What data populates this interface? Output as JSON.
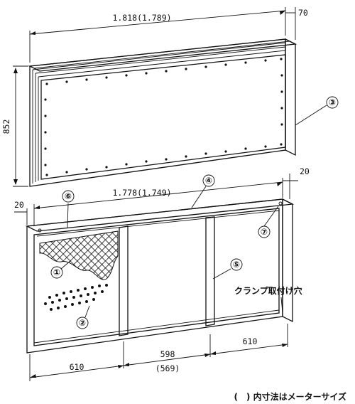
{
  "dimensions": {
    "top_width": "1.818(1.789)",
    "top_depth": "70",
    "height": "852",
    "inner_width": "1.778(1.749)",
    "side_left": "20",
    "side_right": "20",
    "bay_left": "610",
    "bay_middle": "598",
    "bay_middle_meter": "(569)",
    "bay_right": "610"
  },
  "callouts": [
    "①",
    "②",
    "③",
    "④",
    "⑤",
    "⑥",
    "⑦"
  ],
  "labels": {
    "clamp_hole": "クランプ取付け穴",
    "footnote": "(　) 内寸法はメーターサイズ"
  }
}
